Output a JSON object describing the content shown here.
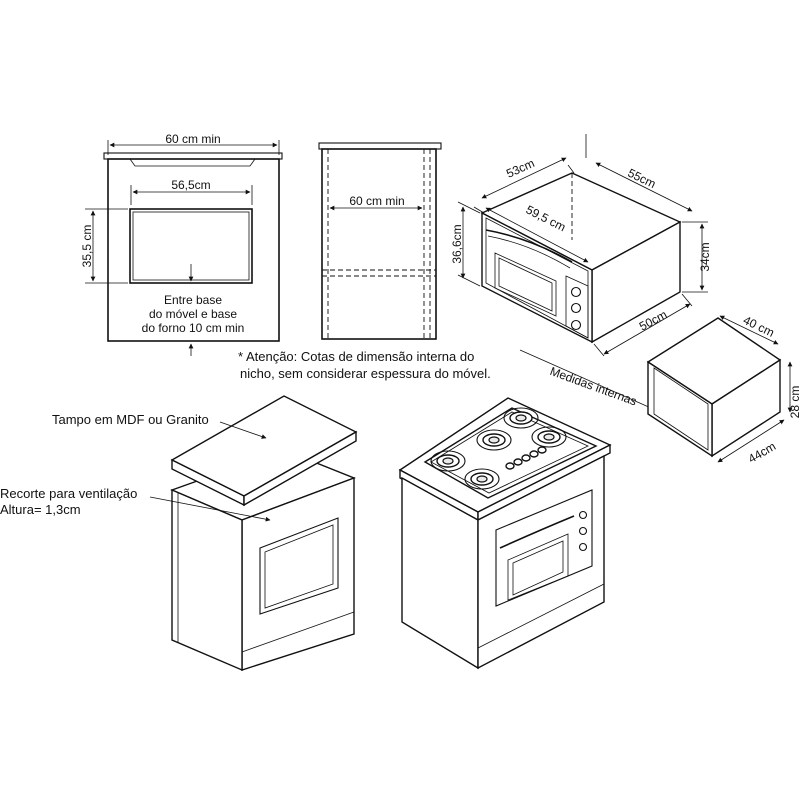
{
  "cabinet_front": {
    "width_label": "60 cm min",
    "opening_width_label": "56,5cm",
    "opening_height_label": "35,5 cm",
    "base_note_line1": "Entre base",
    "base_note_line2": "do móvel e base",
    "base_note_line3": "do forno 10 cm min"
  },
  "cabinet_side": {
    "depth_label": "60 cm min"
  },
  "note": {
    "line1": "* Atenção: Cotas de dimensão interna do",
    "line2": "nicho, sem considerar espessura do móvel."
  },
  "oven_external": {
    "depth_top_label": "53cm",
    "depth_side_label": "55cm",
    "front_width_label": "59,5 cm",
    "front_height_label": "36,6cm",
    "side_height_label": "34cm",
    "bottom_depth_label": "50cm"
  },
  "oven_internal": {
    "title": "Medidas internas",
    "width_label": "40 cm",
    "height_label": "28 cm",
    "depth_label": "44cm"
  },
  "assembly": {
    "top_label": "Tampo em MDF ou Granito",
    "vent_label_line1": "Recorte para ventilação",
    "vent_label_line2": "Altura= 1,3cm"
  }
}
